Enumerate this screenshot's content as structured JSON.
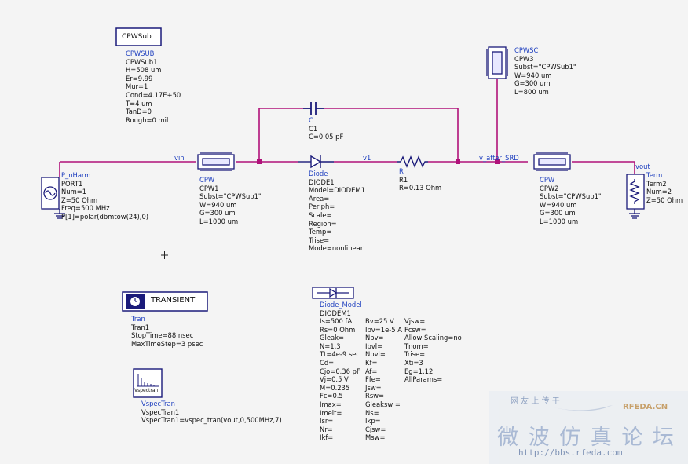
{
  "colors": {
    "wire": "#b0127a",
    "component": "#1a1a7a",
    "label": "#1e3fbf",
    "text": "#111111"
  },
  "cpwsub": {
    "box_label": "CPWSub",
    "lines": [
      "CPWSUB",
      "CPWSub1",
      "H=508 um",
      "Er=9.99",
      "Mur=1",
      "Cond=4.17E+50",
      "T=4 um",
      "TanD=0",
      "Rough=0 mil"
    ]
  },
  "cpwsc": {
    "lines": [
      "CPWSC",
      "CPW3",
      "Subst=\"CPWSub1\"",
      "W=940 um",
      "G=300 um",
      "L=800 um"
    ]
  },
  "cap": {
    "lines": [
      "C",
      "C1",
      "C=0.05 pF"
    ]
  },
  "nets": {
    "vin": "vin",
    "v1": "v1",
    "v_after_srd": "v_after_SRD",
    "vout": "vout"
  },
  "port": {
    "lines": [
      "P_nHarm",
      "PORT1",
      "Num=1",
      "Z=50 Ohm",
      "Freq=500 MHz",
      "P[1]=polar(dbmtow(24),0)"
    ]
  },
  "cpw1": {
    "lines": [
      "CPW",
      "CPW1",
      "Subst=\"CPWSub1\"",
      "W=940 um",
      "G=300 um",
      "L=1000 um"
    ]
  },
  "diode": {
    "lines": [
      "Diode",
      "DIODE1",
      "Model=DIODEM1",
      "Area=",
      "Periph=",
      "Scale=",
      "Region=",
      "Temp=",
      "Trise=",
      "Mode=nonlinear"
    ]
  },
  "resistor": {
    "lines": [
      "R",
      "R1",
      "R=0.13 Ohm"
    ]
  },
  "cpw2": {
    "lines": [
      "CPW",
      "CPW2",
      "Subst=\"CPWSub1\"",
      "W=940 um",
      "G=300 um",
      "L=1000 um"
    ]
  },
  "term": {
    "lines": [
      "Term",
      "Term2",
      "Num=2",
      "Z=50 Ohm"
    ]
  },
  "transient": {
    "box_label": "TRANSIENT",
    "lines": [
      "Tran",
      "Tran1",
      "StopTime=88 nsec",
      "MaxTimeStep=3 psec"
    ]
  },
  "vspec": {
    "icon_label": "Vspectran",
    "lines": [
      "VspecTran",
      "VspecTran1",
      "VspecTran1=vspec_tran(vout,0,500MHz,7)"
    ]
  },
  "diode_model": {
    "header": [
      "Diode_Model",
      "DIODEM1"
    ],
    "col1": [
      "Is=500 fA",
      "Rs=0 Ohm",
      "Gleak=",
      "N=1.3",
      "Tt=4e-9 sec",
      "Cd=",
      "Cjo=0.36 pF",
      "Vj=0.5 V",
      "M=0.235",
      "Fc=0.5",
      "Imax=",
      "Imelt=",
      "Isr=",
      "Nr=",
      "Ikf="
    ],
    "col2": [
      "Bv=25 V",
      "Ibv=1e-5 A",
      "Nbv=",
      "Ibvl=",
      "Nbvl=",
      "Kf=",
      "Af=",
      "Ffe=",
      "Jsw=",
      "Rsw=",
      "Gleaksw =",
      "Ns=",
      "Ikp=",
      "Cjsw=",
      "Msw="
    ],
    "col3": [
      "Vjsw=",
      "Fcsw=",
      "Allow Scaling=no",
      "Tnom=",
      "Trise=",
      "Xti=3",
      "Eg=1.12",
      "AllParams="
    ]
  },
  "watermark": {
    "top": "网 友 上 传 于",
    "site": "RFEDA.CN",
    "big": "微 波 仿 真 论 坛",
    "url": "http://bbs.rfeda.com"
  }
}
